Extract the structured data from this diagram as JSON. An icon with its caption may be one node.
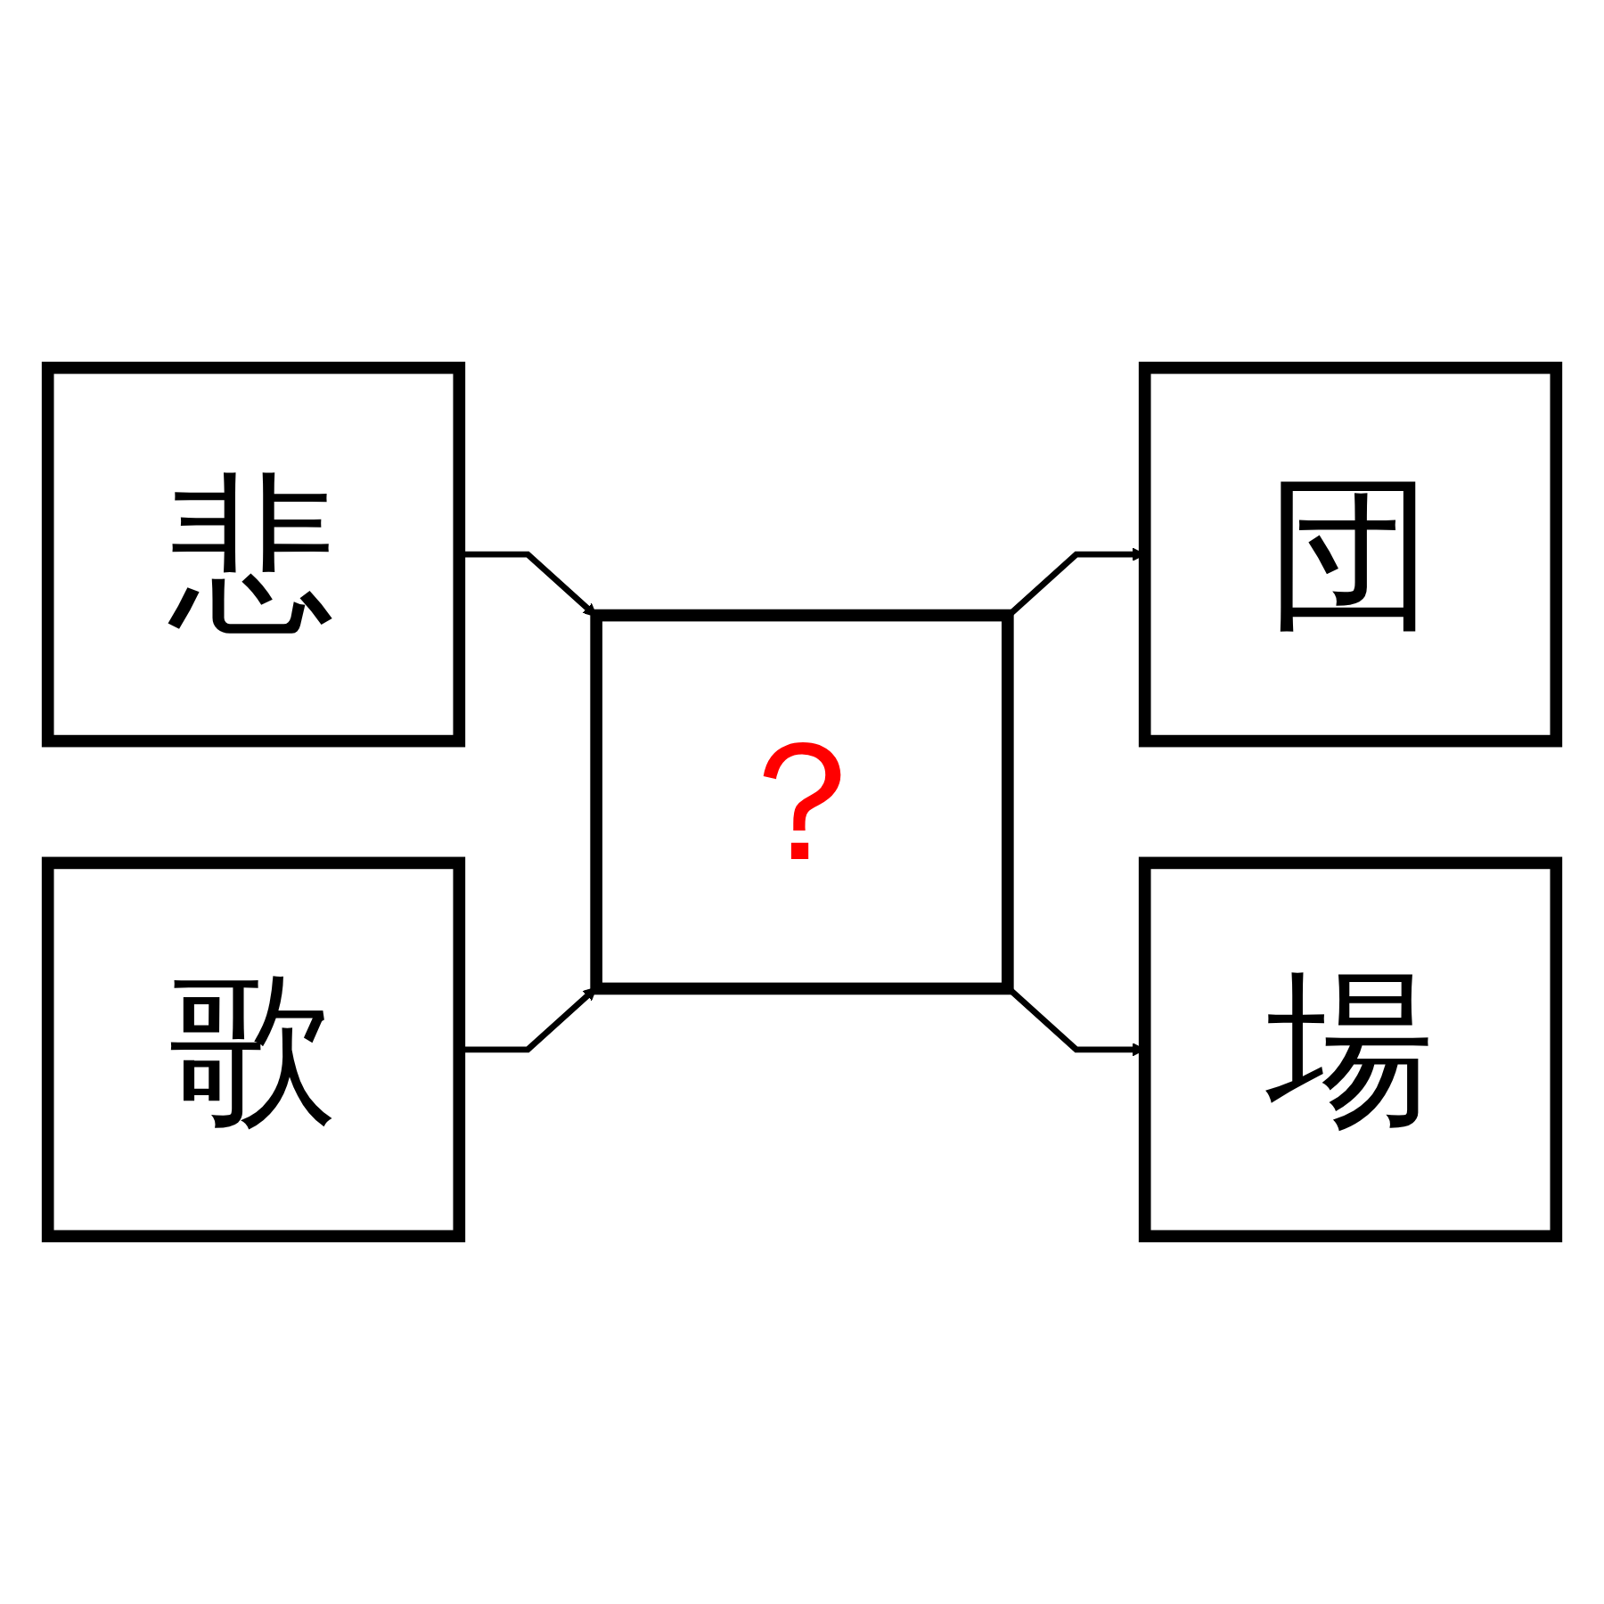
{
  "diagram": {
    "nodes": [
      {
        "text": [
          "悲"
        ]
      },
      {
        "text": [
          "歌"
        ]
      },
      {
        "text": [
          "？"
        ]
      },
      {
        "text": [
          "団"
        ]
      },
      {
        "text": [
          "場"
        ]
      }
    ],
    "edges": [
      {
        "from": 0,
        "to": 2,
        "arrow": "to"
      },
      {
        "from": 1,
        "to": 2,
        "arrow": "to"
      },
      {
        "from": 2,
        "to": 3,
        "arrow": "to"
      },
      {
        "from": 2,
        "to": 4,
        "arrow": "to"
      }
    ]
  }
}
